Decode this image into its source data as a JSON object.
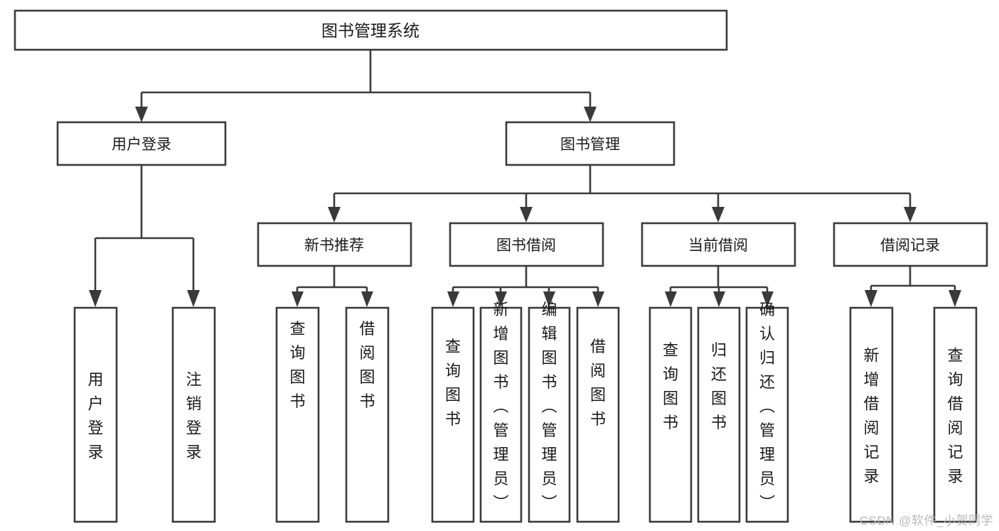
{
  "diagram": {
    "title": "图书管理系统",
    "watermark": "CSDN @软件_小贺同学",
    "root": {
      "label": "图书管理系统"
    },
    "level2": [
      {
        "label": "用户登录"
      },
      {
        "label": "图书管理"
      }
    ],
    "level3": [
      {
        "label": "新书推荐"
      },
      {
        "label": "图书借阅"
      },
      {
        "label": "当前借阅"
      },
      {
        "label": "借阅记录"
      }
    ],
    "leaves": {
      "user_login": [
        {
          "label": "用户登录"
        },
        {
          "label": "注销登录"
        }
      ],
      "new_book": [
        {
          "label": "查询图书"
        },
        {
          "label": "借阅图书"
        }
      ],
      "book_borrow": [
        {
          "label": "查询图书"
        },
        {
          "label": "新增图书（管理员）"
        },
        {
          "label": "编辑图书（管理员）"
        },
        {
          "label": "借阅图书"
        }
      ],
      "current_borrow": [
        {
          "label": "查询图书"
        },
        {
          "label": "归还图书"
        },
        {
          "label": "确认归还（管理员）"
        }
      ],
      "borrow_record": [
        {
          "label": "新增借阅记录"
        },
        {
          "label": "查询借阅记录"
        }
      ]
    },
    "colors": {
      "stroke": "#3a3a3a",
      "fill": "#ffffff",
      "text": "#1a1a1a",
      "watermark": "#b8b8b8"
    }
  }
}
